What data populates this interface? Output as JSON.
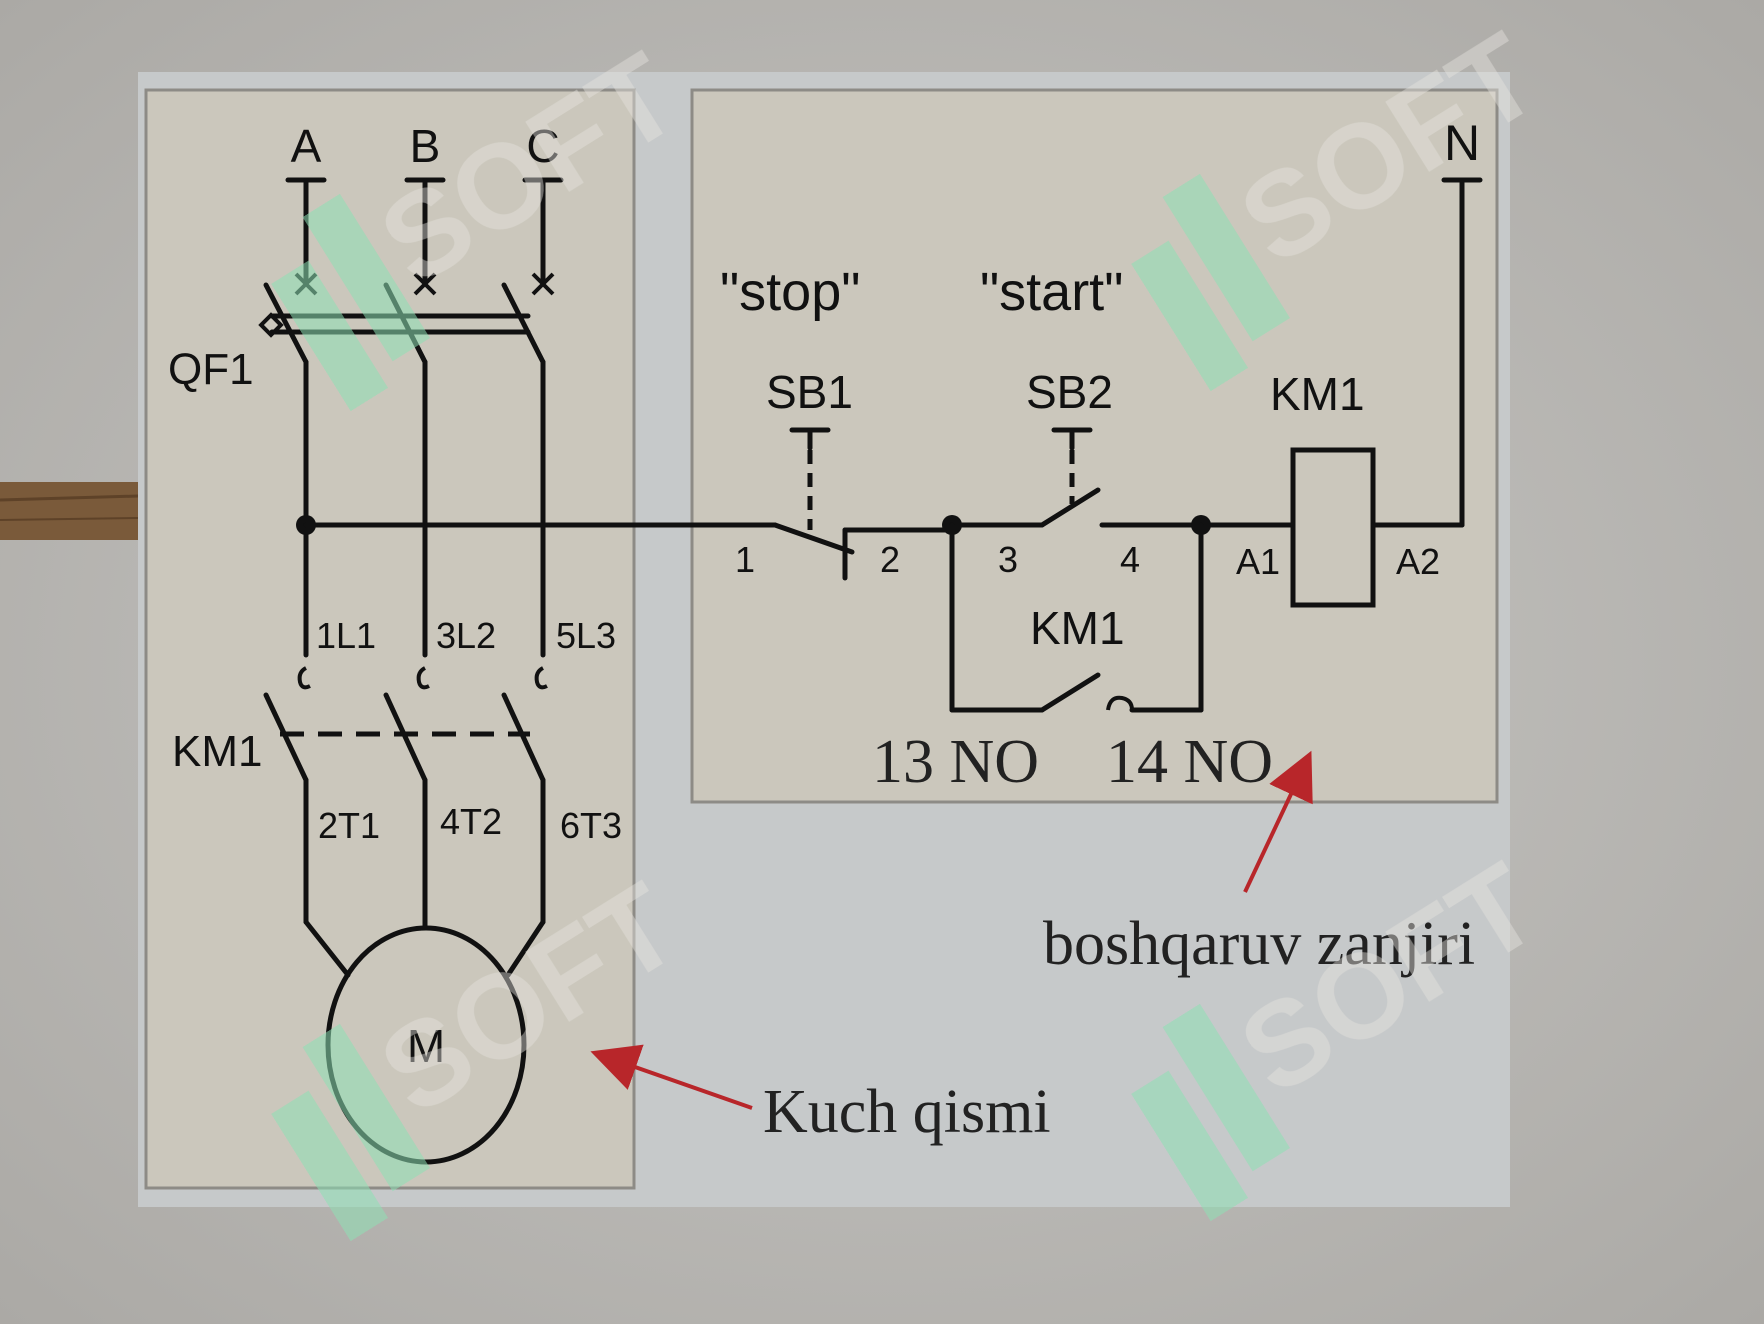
{
  "power": {
    "phases": [
      "A",
      "B",
      "C"
    ],
    "breaker": "QF1",
    "terminals_in": [
      "1L1",
      "3L2",
      "5L3"
    ],
    "contactor": "KM1",
    "terminals_out": [
      "2T1",
      "4T2",
      "6T3"
    ],
    "motor": "M"
  },
  "control": {
    "neutral": "N",
    "stop_label": "\"stop\"",
    "start_label": "\"start\"",
    "sb1": "SB1",
    "sb2": "SB2",
    "coil": "KM1",
    "aux_contact": "KM1",
    "nodes": [
      "1",
      "2",
      "3",
      "4",
      "A1",
      "A2"
    ],
    "aux_left": "13 NO",
    "aux_right": "14 NO"
  },
  "annotations": {
    "control_circuit": "boshqaruv zanjiri",
    "power_part": "Kuch qismi"
  },
  "colors": {
    "background": "#b0aeaa",
    "panel": "#cbc7bc",
    "sheet": "#c6c9ca",
    "arrow": "#b8262a",
    "wire": "#111111",
    "watermark": "#8fe0b4"
  }
}
